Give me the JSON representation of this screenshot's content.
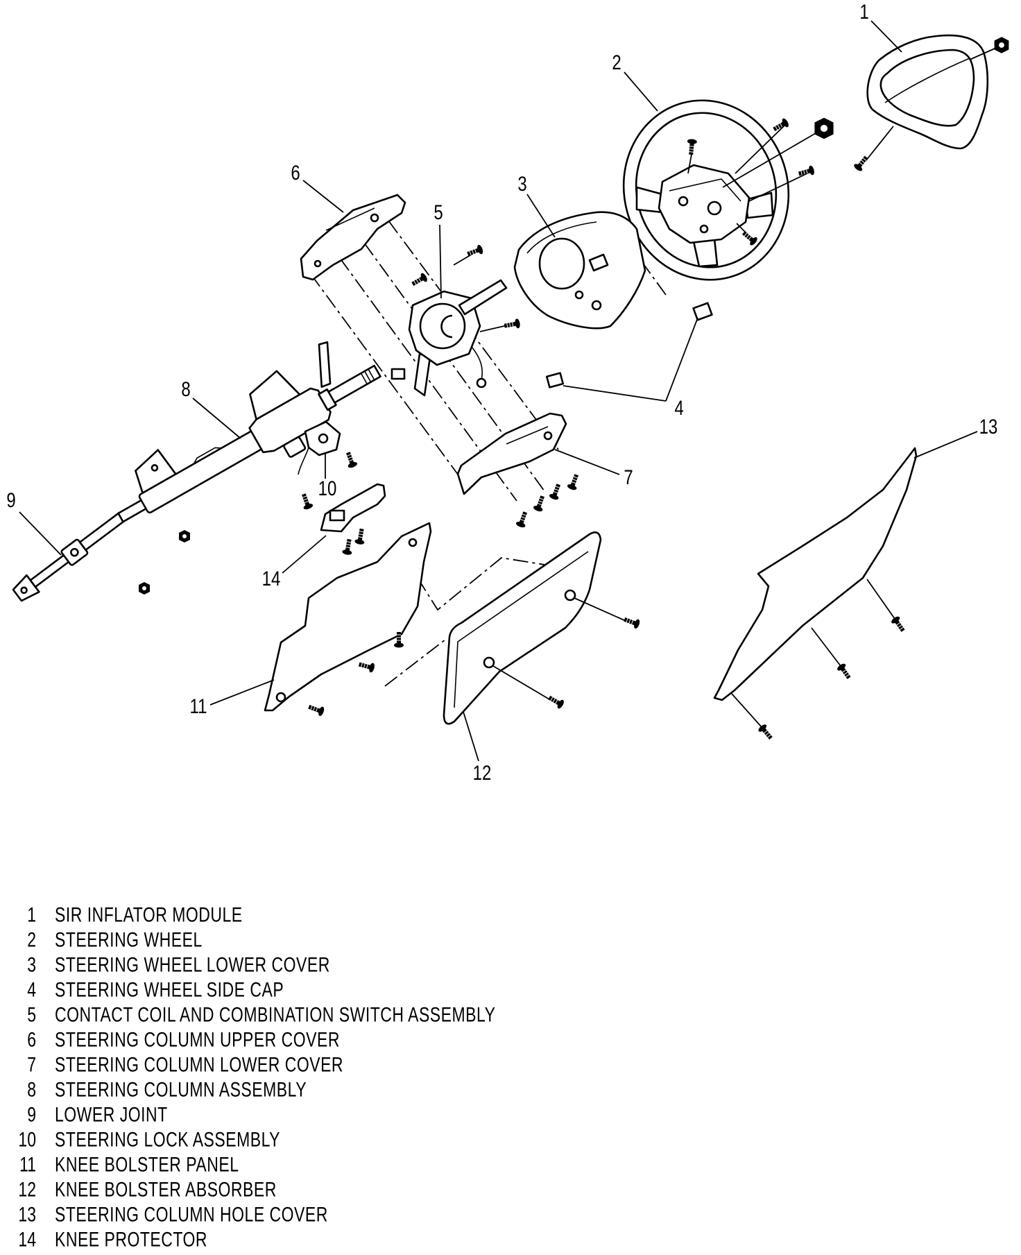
{
  "figure": {
    "callouts": [
      "1",
      "2",
      "3",
      "4",
      "5",
      "6",
      "7",
      "8",
      "9",
      "10",
      "11",
      "12",
      "13",
      "14"
    ],
    "legend": [
      {
        "num": "1",
        "label": "SIR INFLATOR MODULE"
      },
      {
        "num": "2",
        "label": "STEERING WHEEL"
      },
      {
        "num": "3",
        "label": "STEERING WHEEL LOWER COVER"
      },
      {
        "num": "4",
        "label": "STEERING WHEEL SIDE CAP"
      },
      {
        "num": "5",
        "label": "CONTACT COIL AND COMBINATION SWITCH ASSEMBLY"
      },
      {
        "num": "6",
        "label": "STEERING COLUMN UPPER COVER"
      },
      {
        "num": "7",
        "label": "STEERING COLUMN LOWER COVER"
      },
      {
        "num": "8",
        "label": "STEERING COLUMN ASSEMBLY"
      },
      {
        "num": "9",
        "label": "LOWER JOINT"
      },
      {
        "num": "10",
        "label": "STEERING LOCK ASSEMBLY"
      },
      {
        "num": "11",
        "label": "KNEE BOLSTER PANEL"
      },
      {
        "num": "12",
        "label": "KNEE BOLSTER ABSORBER"
      },
      {
        "num": "13",
        "label": "STEERING COLUMN HOLE COVER"
      },
      {
        "num": "14",
        "label": "KNEE PROTECTOR"
      }
    ]
  }
}
